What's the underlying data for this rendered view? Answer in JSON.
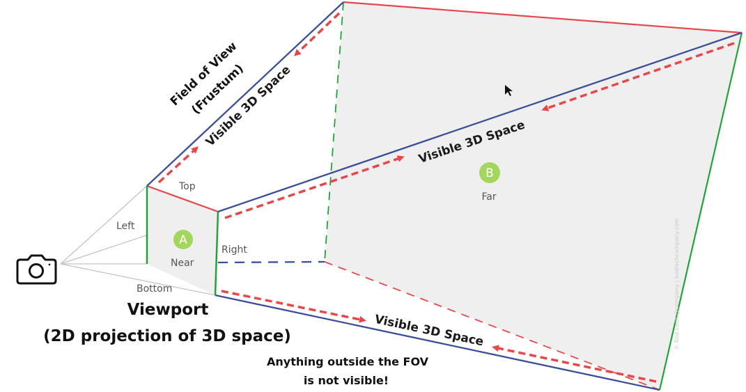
{
  "fov_label": {
    "line1": "Field of View",
    "line2": "(Frustum)"
  },
  "visible_labels": {
    "top": "Visible 3D Space",
    "middle": "Visible 3D Space",
    "bottom": "Visible 3D Space"
  },
  "near_plane": {
    "top": "Top",
    "left": "Left",
    "right": "Right",
    "bottom": "Bottom",
    "badge": "A",
    "name": "Near"
  },
  "far_plane": {
    "badge": "B",
    "name": "Far"
  },
  "viewport": {
    "title": "Viewport",
    "subtitle": "(2D projection of 3D space)"
  },
  "note": {
    "line1": "Anything outside the FOV",
    "line2": "is not visible!"
  },
  "credit": "© Bod Lach @company | bodlachcompany.com",
  "icons": {
    "camera": "camera-icon",
    "cursor": "mouse-cursor-icon"
  },
  "colors": {
    "edge_blue": "#3a4e9a",
    "near_green": "#21a33a",
    "arrow_red": "#e8474a",
    "far_fill": "#efefef",
    "badge_green": "#a4d65e"
  }
}
